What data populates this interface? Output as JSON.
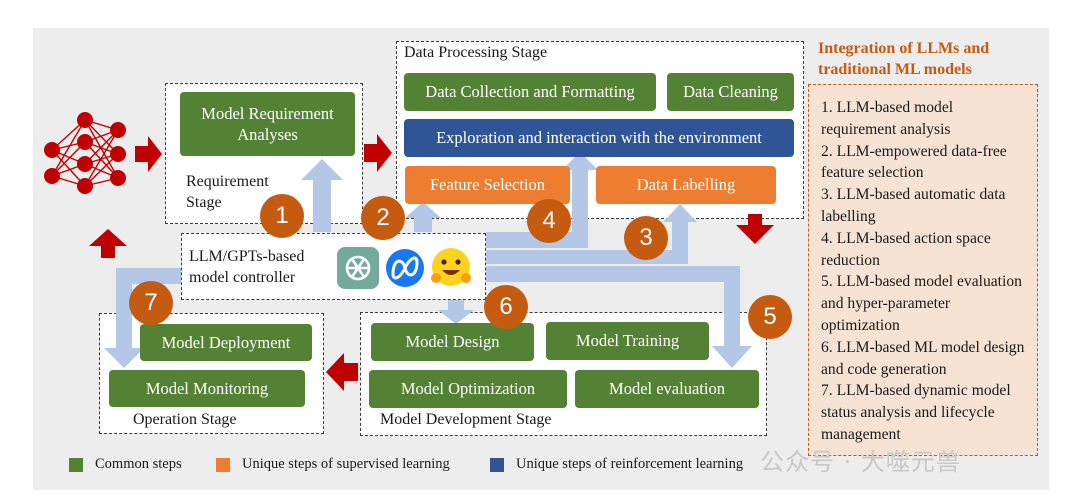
{
  "colors": {
    "common": "#548235",
    "supervised": "#ED7D31",
    "reinforcement": "#2F5597",
    "number_badge": "#C55A11",
    "red_arrow": "#C00000",
    "light_arrow": "#B4C7E7"
  },
  "data_processing": {
    "stage_label": "Data Processing Stage",
    "collection": "Data Collection and Formatting",
    "cleaning": "Data Cleaning",
    "exploration": "Exploration and interaction with the environment",
    "feature_selection": "Feature Selection",
    "labelling": "Data Labelling"
  },
  "requirement": {
    "box": "Model Requirement Analyses",
    "stage_label": "Requirement Stage"
  },
  "controller": {
    "label": "LLM/GPTs-based model controller",
    "icons": [
      "openai-logo-icon",
      "meta-logo-icon",
      "hugging-face-icon"
    ]
  },
  "development": {
    "stage_label": "Model Development Stage",
    "design": "Model Design",
    "training": "Model Training",
    "optimization": "Model Optimization",
    "evaluation": "Model evaluation"
  },
  "operation": {
    "stage_label": "Operation Stage",
    "deployment": "Model Deployment",
    "monitoring": "Model Monitoring"
  },
  "numbers": [
    "1",
    "2",
    "3",
    "4",
    "5",
    "6",
    "7"
  ],
  "legend": {
    "common": "Common steps",
    "supervised": "Unique steps of supervised learning",
    "reinforcement": "Unique steps of reinforcement learning"
  },
  "side_panel": {
    "title": "Integration of LLMs and traditional ML models",
    "items": [
      "1. LLM-based model requirement analysis",
      "2. LLM-empowered data-free feature selection",
      "3. LLM-based automatic data labelling",
      "4. LLM-based action space reduction",
      "5. LLM-based model evaluation and hyper-parameter optimization",
      "6. LLM-based ML model design and code generation",
      "7. LLM-based dynamic model status analysis and lifecycle management"
    ]
  },
  "watermark": "公众号 · 大噬元兽"
}
